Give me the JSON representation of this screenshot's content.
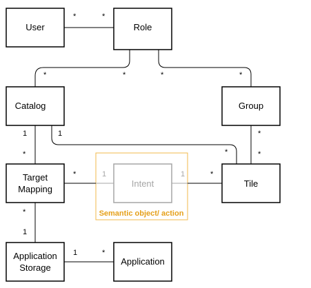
{
  "nodes": {
    "user": "User",
    "role": "Role",
    "catalog": "Catalog",
    "group": "Group",
    "target_mapping": [
      "Target",
      "Mapping"
    ],
    "intent": "Intent",
    "tile": "Tile",
    "application_storage": [
      "Application",
      "Storage"
    ],
    "application": "Application"
  },
  "group_label": "Semantic object/ action",
  "multiplicities": {
    "user_role_user_end": "*",
    "user_role_role_end": "*",
    "role_catalog_catalog_end": "*",
    "role_catalog_role_end": "*",
    "role_group_role_end": "*",
    "role_group_group_end": "*",
    "catalog_target_catalog_end": "1",
    "catalog_target_target_end": "*",
    "catalog_tile_catalog_end": "1",
    "catalog_tile_tile_end": "*",
    "group_tile_group_end": "*",
    "group_tile_tile_end": "*",
    "target_intent_target_end": "*",
    "target_intent_intent_end": "1",
    "intent_tile_intent_end": "1",
    "intent_tile_tile_end": "*",
    "target_storage_target_end": "*",
    "target_storage_storage_end": "1",
    "storage_app_storage_end": "1",
    "storage_app_app_end": "*"
  }
}
